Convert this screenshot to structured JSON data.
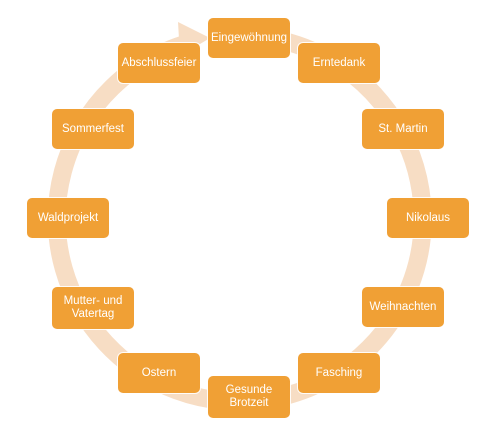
{
  "colors": {
    "node_fill": "#f0a035",
    "node_text": "#ffffff",
    "ring": "#f7ddc4"
  },
  "cycle": {
    "items": [
      {
        "id": "eingewoehnung",
        "label": "Eingewöhnung"
      },
      {
        "id": "erntedank",
        "label": "Erntedank"
      },
      {
        "id": "st-martin",
        "label": "St. Martin"
      },
      {
        "id": "nikolaus",
        "label": "Nikolaus"
      },
      {
        "id": "weihnachten",
        "label": "Weihnachten"
      },
      {
        "id": "fasching",
        "label": "Fasching"
      },
      {
        "id": "gesunde-brotzeit",
        "label": "Gesunde\nBrotzeit"
      },
      {
        "id": "ostern",
        "label": "Ostern"
      },
      {
        "id": "mutter-und-vatertag",
        "label": "Mutter- und\nVatertag"
      },
      {
        "id": "waldprojekt",
        "label": "Waldprojekt"
      },
      {
        "id": "sommerfest",
        "label": "Sommerfest"
      },
      {
        "id": "abschlussfeier",
        "label": "Abschlussfeier"
      }
    ]
  }
}
